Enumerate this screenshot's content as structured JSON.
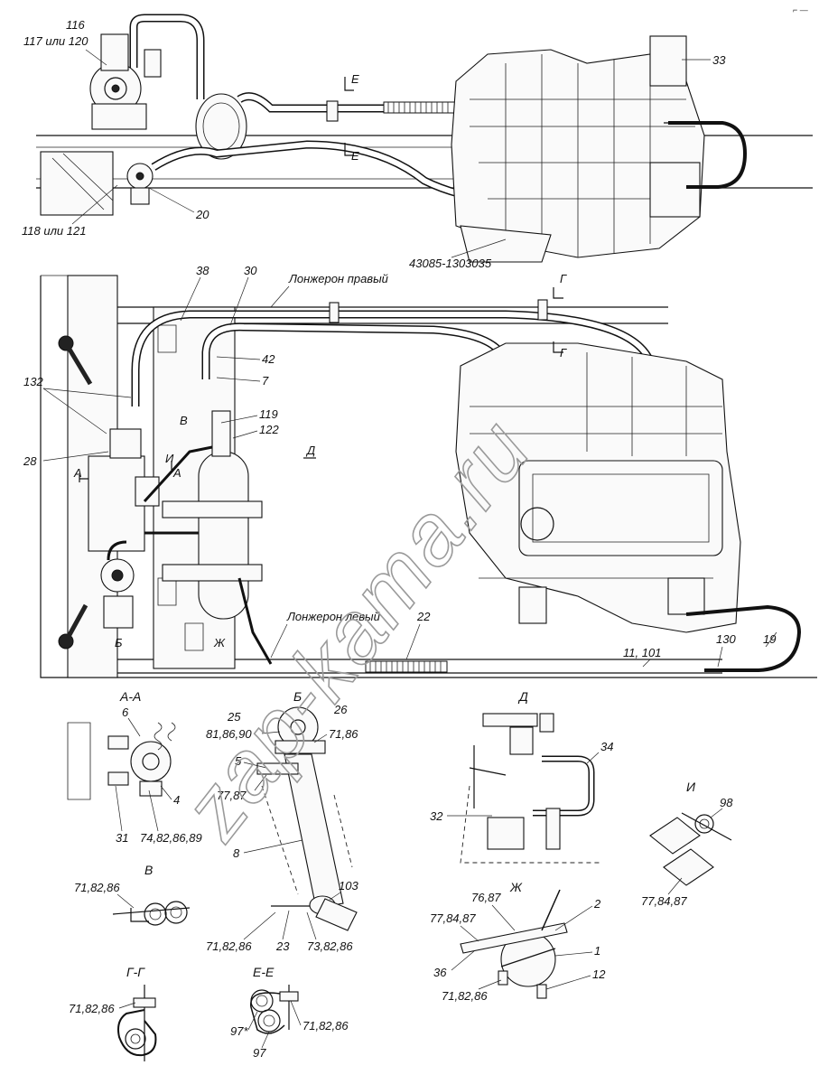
{
  "corner_mark": "⌐ —",
  "watermark": "zap-kama.ru",
  "top_view": {
    "labels": {
      "l116": "116",
      "l117_120": "117 или 120",
      "l118_121": "118 или 121",
      "l20": "20",
      "l33": "33",
      "section_e_top": "Е",
      "section_e_bottom": "Е",
      "part_number": "43085-1303035"
    }
  },
  "main_view": {
    "labels": {
      "l38": "38",
      "l30": "30",
      "right_rail": "Лонжерон правый",
      "section_g_top": "Г",
      "section_g_bottom": "Г",
      "l132": "132",
      "l42": "42",
      "l7": "7",
      "view_v": "В",
      "l119": "119",
      "l122": "122",
      "view_d": "Д",
      "l28": "28",
      "view_i": "И",
      "section_a_left": "А",
      "section_a_right": "А",
      "left_rail": "Лонжерон левый",
      "l22": "22",
      "l130": "130",
      "l19": "19",
      "l11_101": "11, 101",
      "view_b": "Б",
      "view_zh": "Ж"
    }
  },
  "detail_aa": {
    "title": "А-А",
    "labels": {
      "l6": "6",
      "l4": "4",
      "l31": "31",
      "l74": "74,82,86,89"
    }
  },
  "detail_b": {
    "title": "Б",
    "labels": {
      "l25": "25",
      "l26": "26",
      "l81": "81,86,90",
      "l71_top": "71,86",
      "l5": "5",
      "l77": "77,87",
      "l8": "8",
      "l103": "103",
      "l71_bottom": "71,82,86",
      "l23": "23",
      "l73": "73,82,86"
    }
  },
  "detail_d": {
    "title": "Д",
    "labels": {
      "l34": "34",
      "l32": "32"
    }
  },
  "detail_i": {
    "title": "И",
    "labels": {
      "l98": "98",
      "l77": "77,84,87"
    }
  },
  "detail_v": {
    "title": "В",
    "labels": {
      "l71": "71,82,86"
    }
  },
  "detail_zh": {
    "title": "Ж",
    "labels": {
      "l76": "76,87",
      "l2": "2",
      "l77": "77,84,87",
      "l1": "1",
      "l36": "36",
      "l12": "12",
      "l71": "71,82,86"
    }
  },
  "detail_gg": {
    "title": "Г-Г",
    "labels": {
      "l71": "71,82,86"
    }
  },
  "detail_ee": {
    "title": "Е-Е",
    "labels": {
      "l97s": "97*",
      "l71": "71,82,86",
      "l97": "97"
    }
  }
}
